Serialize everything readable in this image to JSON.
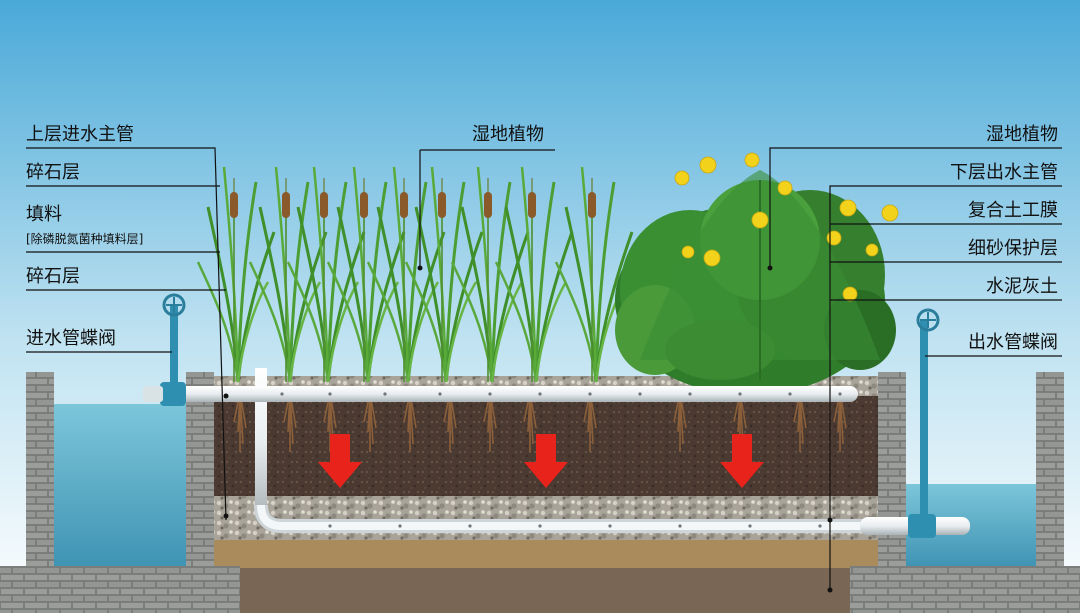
{
  "left_labels": [
    {
      "id": "upper-inlet-main-pipe",
      "text": "上层进水主管"
    },
    {
      "id": "gravel-layer-top",
      "text": "碎石层"
    },
    {
      "id": "filler",
      "text": "填料"
    },
    {
      "id": "filler-note",
      "text": "[除磷脱氮菌种填料层]"
    },
    {
      "id": "gravel-layer-bottom",
      "text": "碎石层"
    },
    {
      "id": "inlet-butterfly-valve",
      "text": "进水管蝶阀"
    }
  ],
  "center_label": {
    "id": "wetland-plants-center",
    "text": "湿地植物"
  },
  "right_labels": [
    {
      "id": "wetland-plants-right",
      "text": "湿地植物"
    },
    {
      "id": "lower-outlet-main-pipe",
      "text": "下层出水主管"
    },
    {
      "id": "composite-geomembrane",
      "text": "复合土工膜"
    },
    {
      "id": "fine-sand-protective-layer",
      "text": "细砂保护层"
    },
    {
      "id": "cement-lime-soil",
      "text": "水泥灰土"
    },
    {
      "id": "outlet-butterfly-valve",
      "text": "出水管蝶阀"
    }
  ],
  "colors": {
    "sky_top": "#4aa9d8",
    "sky_bottom": "#ffffff",
    "water": "#5fb6cf",
    "brick": "#8a8d8a",
    "soil": "#4a3a30",
    "gravel": "#b9b4aa",
    "sand": "#a98b5c",
    "subsoil": "#7a6654",
    "pipe": "#e9eef0",
    "arrow": "#e8231c",
    "reed": "#3f8f2a",
    "cattail": "#8a5a2b",
    "canna_leaf": "#2f7d2b",
    "flower": "#f2d21b"
  },
  "icons": [
    "down-arrow-icon",
    "valve-handwheel-icon"
  ]
}
